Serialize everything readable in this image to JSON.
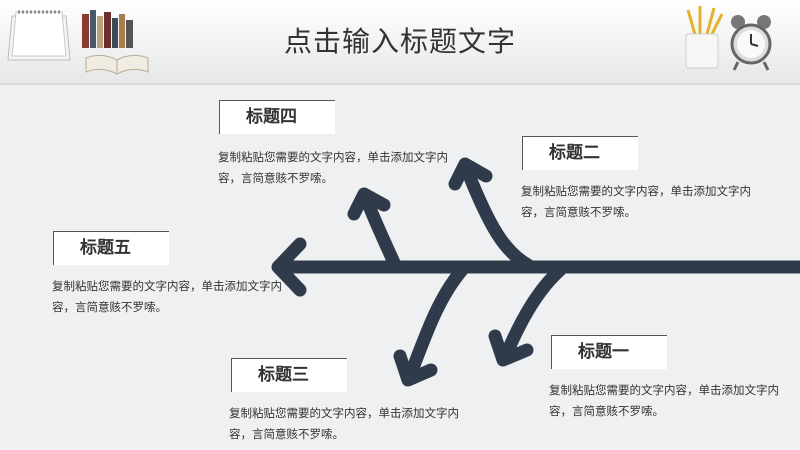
{
  "page": {
    "title": "点击输入标题文字"
  },
  "colors": {
    "arrow": "#2f3b4b",
    "background": "#eef0f1",
    "text": "#333333"
  },
  "decorations": [
    "calendar",
    "books",
    "open-book",
    "pencil-cup",
    "alarm-clock"
  ],
  "items": [
    {
      "id": "four",
      "title": "标题四",
      "text": "复制粘贴您需要的文字内容，单击添加文字内容，言简意赅不罗嗦。"
    },
    {
      "id": "two",
      "title": "标题二",
      "text": "复制粘贴您需要的文字内容，单击添加文字内容，言简意赅不罗嗦。"
    },
    {
      "id": "five",
      "title": "标题五",
      "text": "复制粘贴您需要的文字内容，单击添加文字内容，言简意赅不罗嗦。"
    },
    {
      "id": "one",
      "title": "标题一",
      "text": "复制粘贴您需要的文字内容，单击添加文字内容，言简意赅不罗嗦。"
    },
    {
      "id": "three",
      "title": "标题三",
      "text": "复制粘贴您需要的文字内容，单击添加文字内容，言简意赅不罗嗦。"
    }
  ]
}
